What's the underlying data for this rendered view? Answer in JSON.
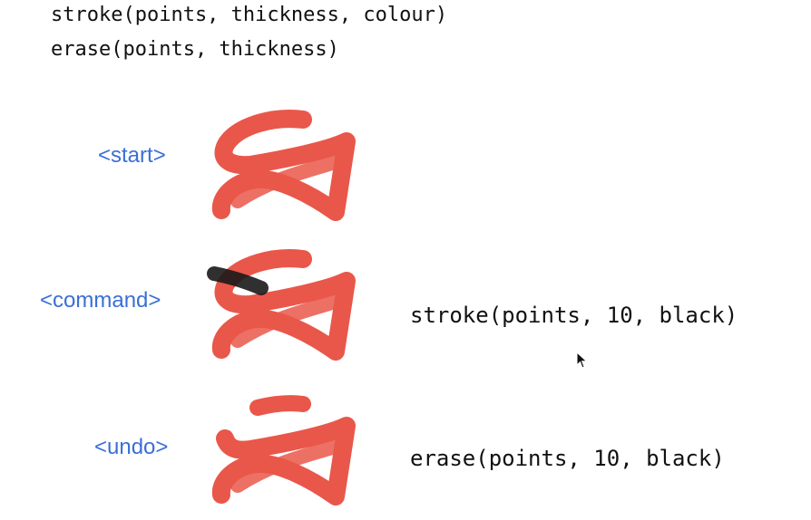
{
  "header": {
    "line1": "stroke(points, thickness, colour)",
    "line2": "erase(points, thickness)"
  },
  "rows": [
    {
      "label": "<start>",
      "command": ""
    },
    {
      "label": "<command>",
      "command": "stroke(points, 10, black)"
    },
    {
      "label": "<undo>",
      "command": "erase(points, 10, black)"
    }
  ],
  "colors": {
    "label": "#3b6fd6",
    "stroke_red": "#e8493b",
    "stroke_black": "#1a1a1a",
    "text": "#111111"
  },
  "icons": {
    "cursor": "mouse-pointer-icon"
  }
}
